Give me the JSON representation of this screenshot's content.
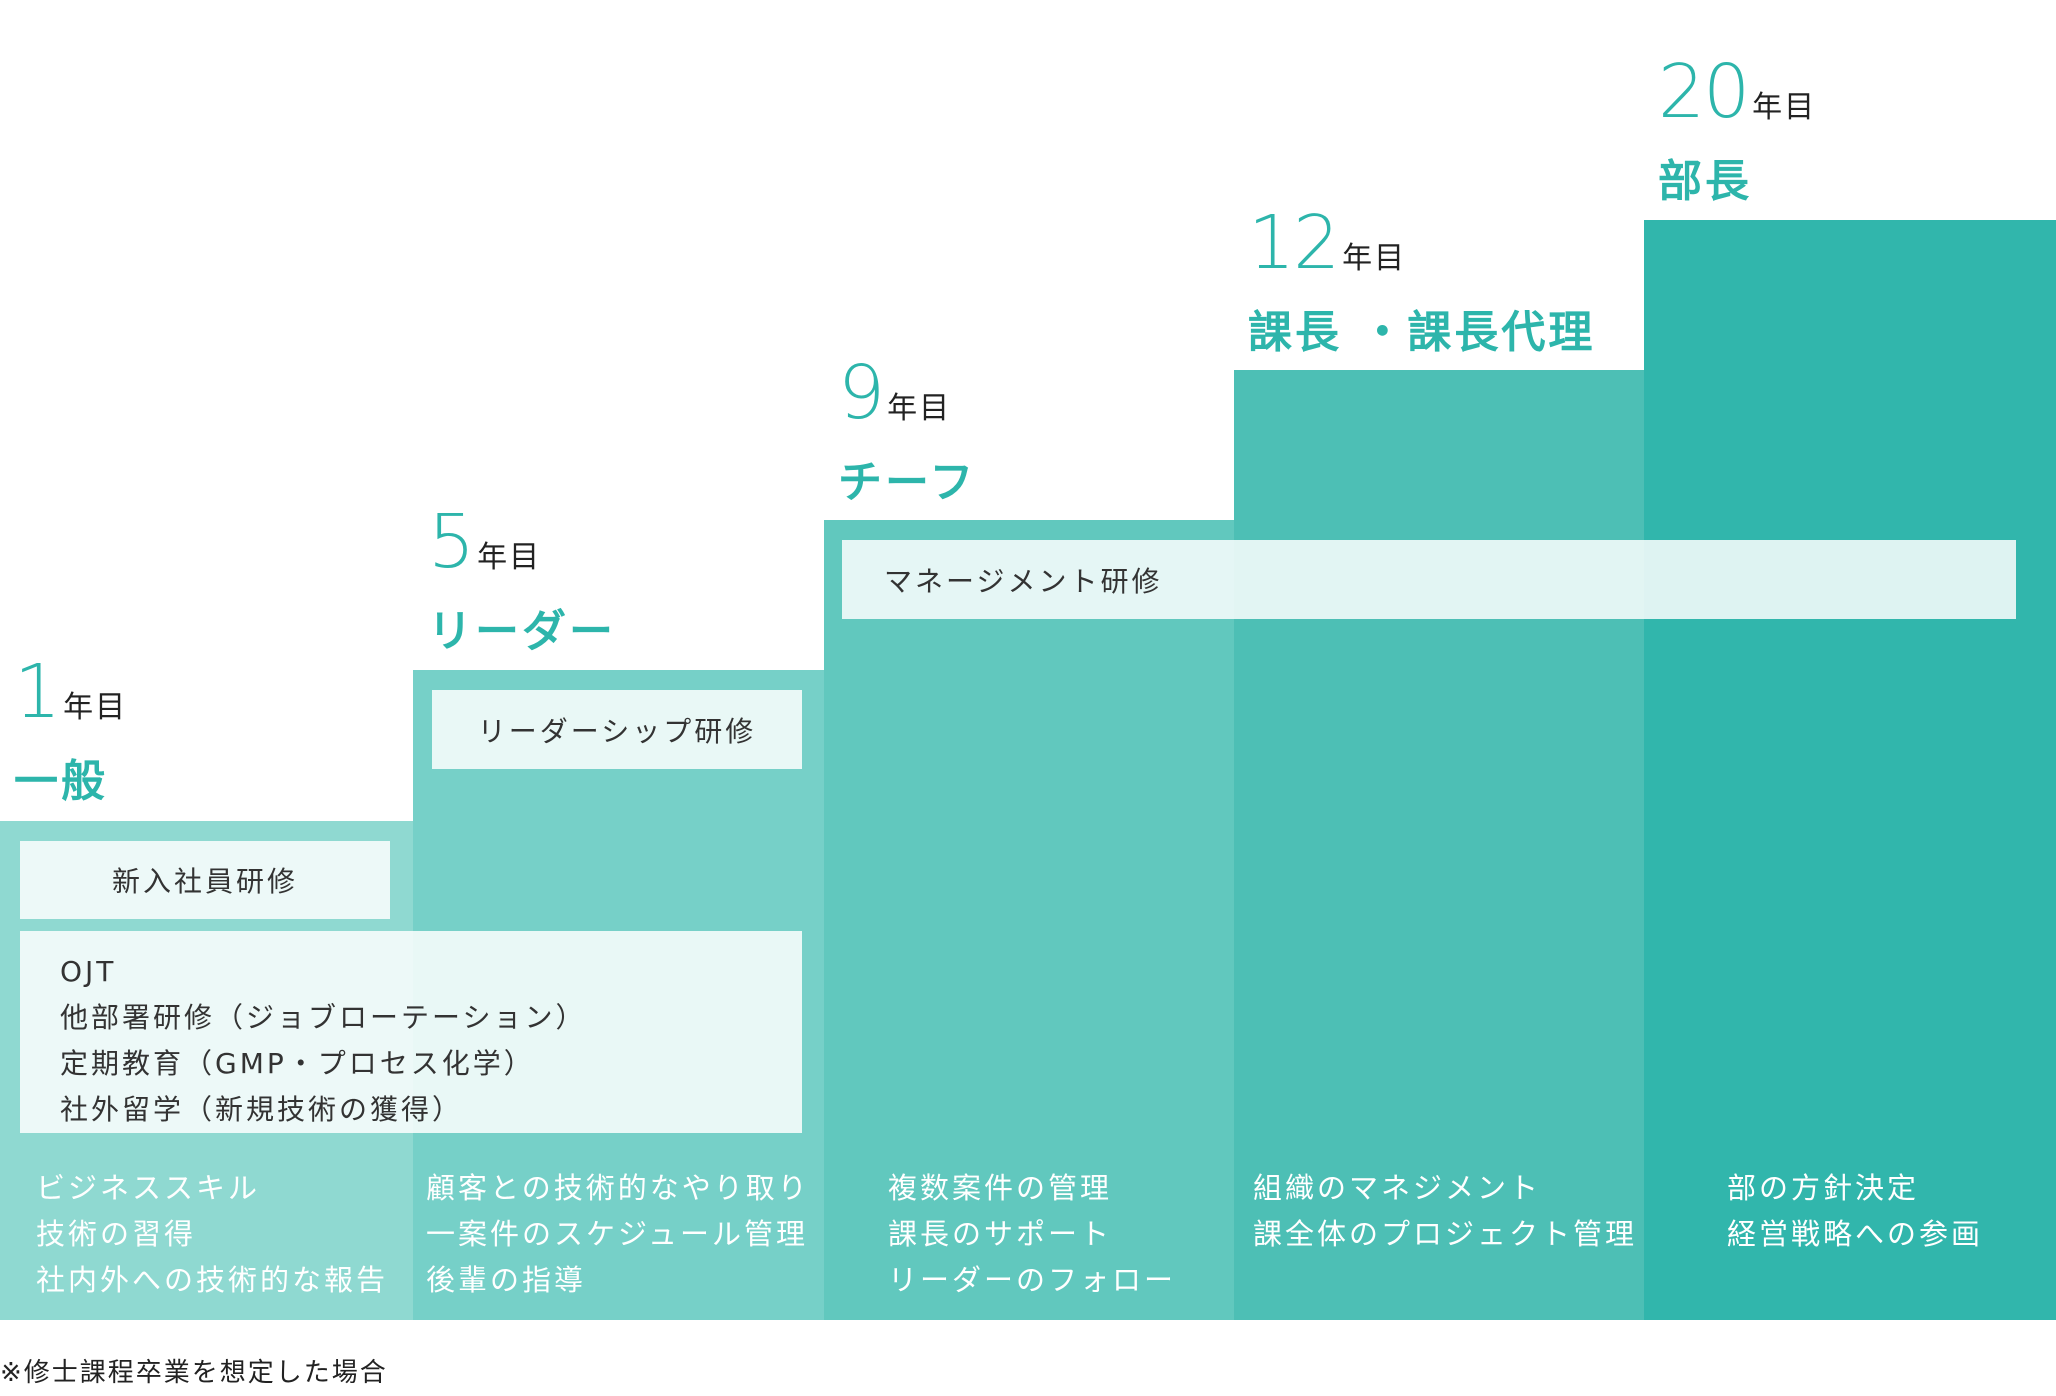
{
  "levels": [
    {
      "year": "1",
      "year_suffix": "年目",
      "title": "一般",
      "duties": [
        "ビジネススキル",
        "技術の習得",
        "社内外への技術的な報告"
      ]
    },
    {
      "year": "5",
      "year_suffix": "年目",
      "title": "リーダー",
      "duties": [
        "顧客との技術的なやり取り",
        "一案件のスケジュール管理",
        "後輩の指導"
      ]
    },
    {
      "year": "9",
      "year_suffix": "年目",
      "title": "チーフ",
      "duties": [
        "複数案件の管理",
        "課長のサポート",
        "リーダーのフォロー"
      ]
    },
    {
      "year": "12",
      "year_suffix": "年目",
      "title": "課長 ・課長代理",
      "duties": [
        "組織のマネジメント",
        "課全体のプロジェクト管理"
      ]
    },
    {
      "year": "20",
      "year_suffix": "年目",
      "title": "部長",
      "duties": [
        "部の方針決定",
        "経営戦略への参画"
      ]
    }
  ],
  "trainings": {
    "new_employee": "新入社員研修",
    "ojt_items": [
      "OJT",
      "他部署研修（ジョブローテーション）",
      "定期教育（GMP・プロセス化学）",
      "社外留学（新規技術の獲得）"
    ],
    "leadership": "リーダーシップ研修",
    "management": "マネージメント研修"
  },
  "footnote": "※修士課程卒業を想定した場合",
  "colors": {
    "accent": "#2db5ab",
    "steps": [
      "#8fd9d1",
      "#76d0c8",
      "#61c8be",
      "#4dbfb5",
      "#31b6ac"
    ]
  }
}
